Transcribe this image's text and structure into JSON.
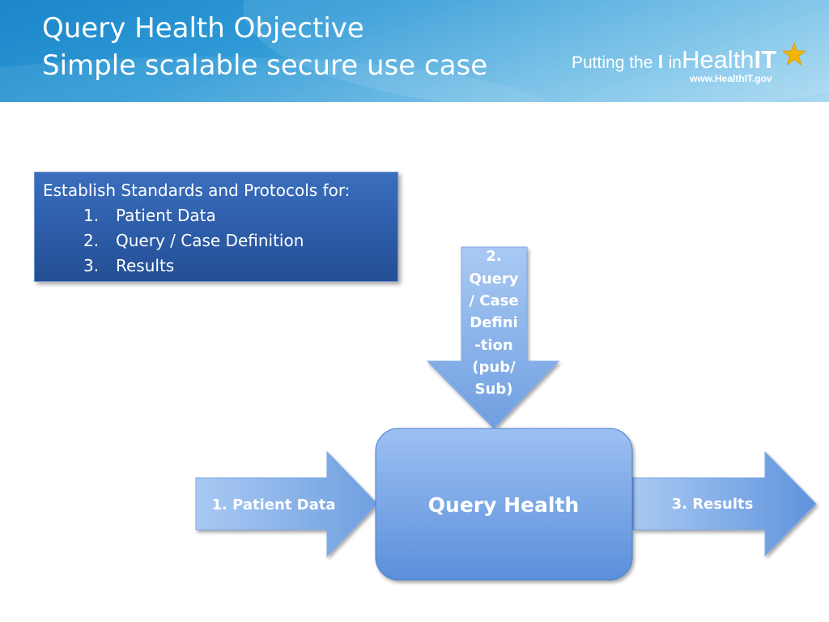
{
  "slide": {
    "title_line1": "Query Health Objective",
    "title_line2": "Simple scalable secure use case"
  },
  "logo": {
    "text_putting": "Putting the",
    "text_i": "I",
    "text_in": "in",
    "text_health": "Health",
    "text_it": "IT",
    "url": "www.HealthIT.gov",
    "star_icon": "star-icon"
  },
  "standards_box": {
    "heading": "Establish Standards and Protocols for:",
    "items": [
      {
        "num": "1.",
        "label": "Patient Data"
      },
      {
        "num": "2.",
        "label": "Query / Case Definition"
      },
      {
        "num": "3.",
        "label": "Results"
      }
    ]
  },
  "diagram": {
    "center_label": "Query Health",
    "input_arrow_label": "1. Patient Data",
    "query_arrow_lines": [
      "2.",
      "Query",
      "/ Case",
      "Defini",
      "-tion",
      "(pub/",
      "Sub)"
    ],
    "output_arrow_label": "3. Results"
  },
  "colors": {
    "header_blue": "#1b86c9",
    "box_blue": "#2d5ca8",
    "arrow_light_blue": "#a8c8f2",
    "center_blue": "#7aa6e6"
  }
}
